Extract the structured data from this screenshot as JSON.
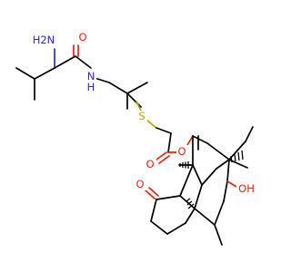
{
  "atoms": {
    "h2n": "H2N",
    "amide_n": "N",
    "amide_h": "H",
    "amide_o": "O",
    "sulfur": "S",
    "ester_o_ring": "O",
    "ester_o_carbonyl": "O",
    "ketone_o": "O",
    "hydroxyl": "OH"
  },
  "colors": {
    "bond": "#000000",
    "oxygen": "#e8210e",
    "nitrogen": "#2a2ae0",
    "sulfur": "#b8a000"
  }
}
